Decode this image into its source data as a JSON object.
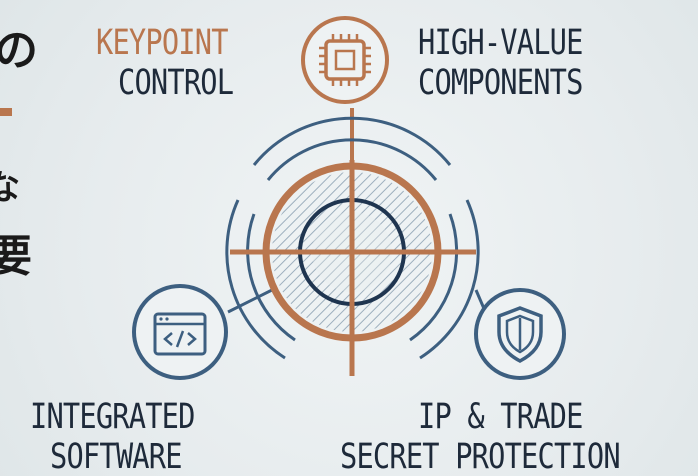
{
  "colors": {
    "accent": "#b9764e",
    "ring_blue": "#3d5f80",
    "ring_dark": "#1f3550",
    "text": "#1e2a3a",
    "hatch": "#8fa3b4"
  },
  "left_edge_fragment": {
    "glyph_1": "の",
    "glyph_2": "な",
    "glyph_3": "要"
  },
  "nodes": {
    "keypoint_control": {
      "line1": "KEYPOINT",
      "line2": "CONTROL"
    },
    "high_value": {
      "line1": "HIGH-VALUE",
      "line2": "COMPONENTS",
      "icon": "chip-icon"
    },
    "integrated_software": {
      "line1": "INTEGRATED",
      "line2": "SOFTWARE",
      "icon": "code-window-icon"
    },
    "ip_protection": {
      "line1": "IP & TRADE",
      "line2": "SECRET PROTECTION",
      "icon": "shield-icon"
    }
  },
  "center": {
    "icon": "crosshair-target-icon"
  }
}
